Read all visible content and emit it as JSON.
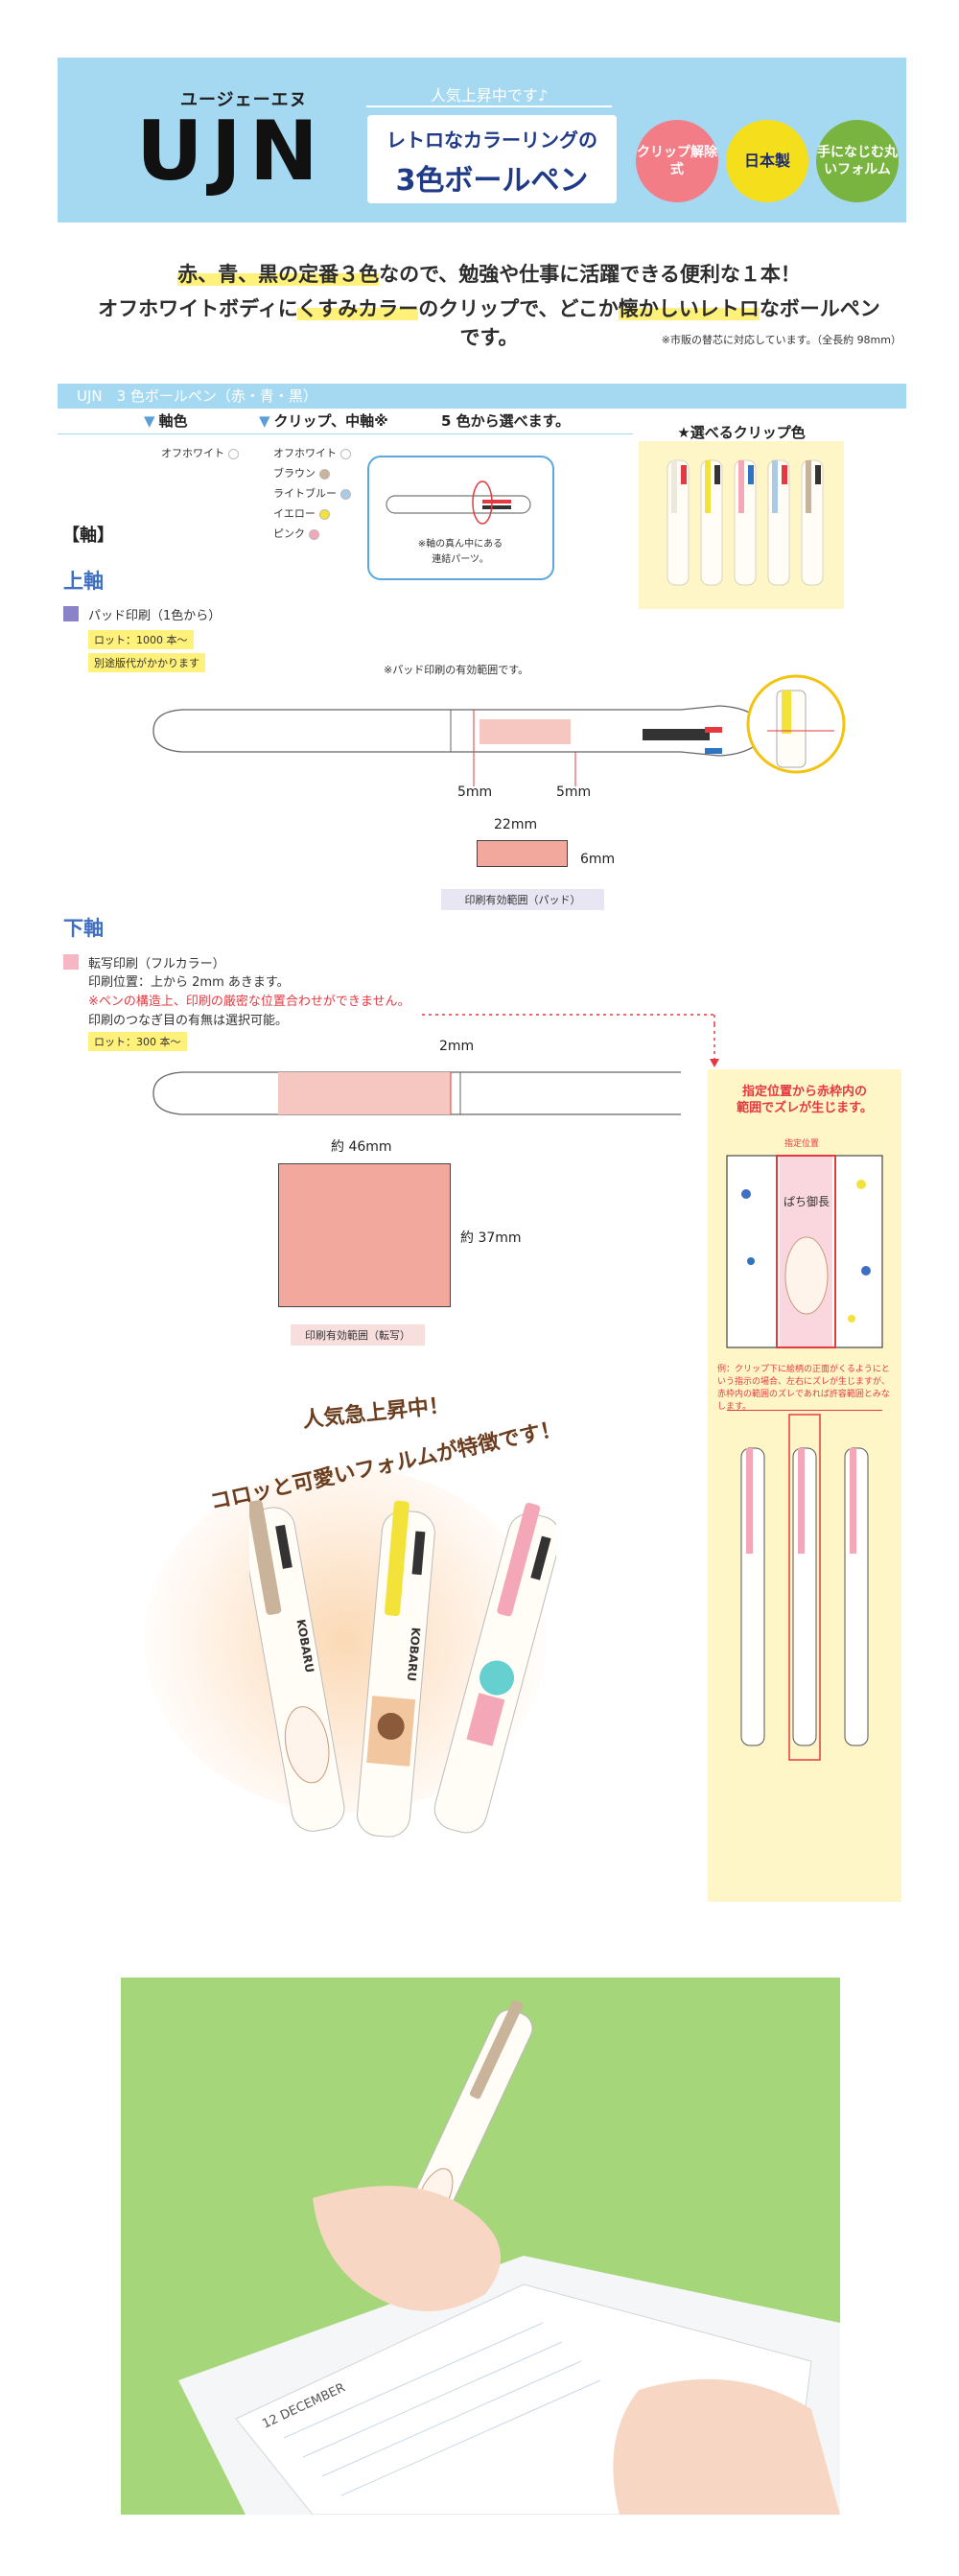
{
  "header": {
    "brand_kana": "ユージェーエヌ",
    "brand": "UJN",
    "popular": "人気上昇中です♪",
    "catch_line1": "レトロなカラーリングの",
    "catch_line2": "3色ボールペン",
    "badges": [
      "クリップ解除式",
      "日本製",
      "手になじむ丸いフォルム"
    ]
  },
  "intro": {
    "line1_a": "赤、青、黒の定番",
    "line1_b": "３色",
    "line1_c": "なので、勉強や仕事に活躍できる便利な１本！",
    "line2_a": "オフホワイトボディに",
    "line2_b": "くすみカラー",
    "line2_c": "のクリップで、どこか",
    "line2_d": "懐かしいレトロ",
    "line2_e": "なボールペンです。",
    "note": "※市販の替芯に対応しています。（全長約 98mm）"
  },
  "spec": {
    "bar_title": "UJN　3 色ボールペン（赤・青・黒）",
    "body_color_title": "軸色",
    "clip_title": "クリップ、中軸※",
    "five_colors": "5 色から選べます。",
    "body_colors": [
      {
        "name": "オフホワイト",
        "color": "#ffffff"
      }
    ],
    "clip_colors": [
      {
        "name": "オフホワイト",
        "color": "#ffffff"
      },
      {
        "name": "ブラウン",
        "color": "#c9b39b"
      },
      {
        "name": "ライトブルー",
        "color": "#a9cbe8"
      },
      {
        "name": "イエロー",
        "color": "#f3e23a"
      },
      {
        "name": "ピンク",
        "color": "#f3a7b7"
      }
    ],
    "bubble_note_1": "※軸の真ん中にある",
    "bubble_note_2": "連結パーツ。",
    "clip_panel_title": "★選べるクリップ色"
  },
  "axis": {
    "label": "【軸】",
    "upper": {
      "heading": "上軸",
      "method": "パッド印刷（1色から）",
      "lot": "ロット：1000 本～",
      "extra": "別途版代がかかります",
      "pad_note": "※パッド印刷の有効範囲です。",
      "margin_left": "5mm",
      "margin_right": "5mm",
      "width": "22mm",
      "height": "6mm",
      "caption": "印刷有効範囲（パッド）"
    },
    "lower": {
      "heading": "下軸",
      "method": "転写印刷（フルカラー）",
      "info1": "印刷位置：上から 2mm あきます。",
      "info2": "※ペンの構造上、印刷の厳密な位置合わせができません。",
      "info3": "印刷のつなぎ目の有無は選択可能。",
      "lot": "ロット：300 本～",
      "top_gap": "2mm",
      "width": "約 46mm",
      "height": "約 37mm",
      "caption": "印刷有効範囲（転写）"
    }
  },
  "side_panel": {
    "text1": "指定位置から赤枠内の",
    "text2": "範囲でズレが生じます。",
    "position_label": "指定位置",
    "foot": "例：クリップ下に絵柄の正面がくるようにという指示の場合、左右にズレが生じますが、赤枠内の範囲のズレであれば許容範囲とみなします。",
    "sample_text": "ぱち御長"
  },
  "promo": {
    "line1": "人気急上昇中！",
    "line2": "コロッと可愛いフォルムが特徴です！",
    "pen_brand": "KOBARU"
  },
  "photo": {
    "calendar_month": "12 DECEMBER"
  },
  "colors": {
    "banner": "#a5d9f2",
    "accent_blue": "#3f6fc2",
    "highlight": "#fff17a",
    "print_area": "#f3a89d",
    "warning_red": "#e5393f"
  }
}
